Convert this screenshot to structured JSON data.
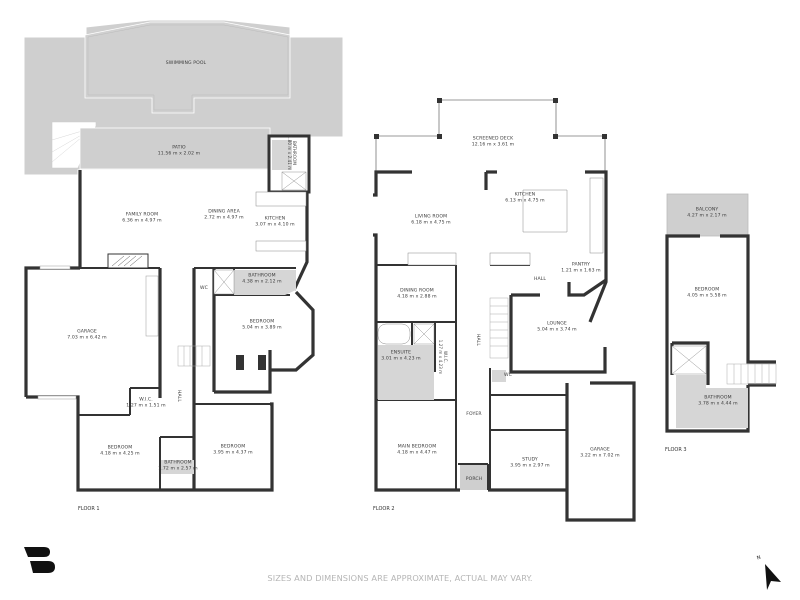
{
  "document": {
    "type": "floor-plan",
    "disclaimer": "SIZES AND DIMENSIONS ARE APPROXIMATE, ACTUAL MAY VARY.",
    "north_label": "N",
    "colors": {
      "wall": "#333333",
      "outdoor_fill": "#cfcfcf",
      "wet_area_fill": "#d6d6d6",
      "disclaimer_text": "#b5b5b5",
      "background": "#ffffff"
    }
  },
  "floors": [
    {
      "label": "FLOOR 1",
      "rooms": [
        {
          "name": "SWIMMING POOL",
          "dims": ""
        },
        {
          "name": "PATIO",
          "dims": "11.56 m x 2.02 m"
        },
        {
          "name": "BATHROOM",
          "dims": "1.80 m x 2.41 m"
        },
        {
          "name": "FAMILY ROOM",
          "dims": "6.36 m x 4.97 m"
        },
        {
          "name": "DINING AREA",
          "dims": "2.72 m x 4.97 m"
        },
        {
          "name": "KITCHEN",
          "dims": "3.07 m x 4.10 m"
        },
        {
          "name": "BATHROOM",
          "dims": "4.38 m x 2.12 m"
        },
        {
          "name": "WC",
          "dims": ""
        },
        {
          "name": "GARAGE",
          "dims": "7.03 m x 6.42 m"
        },
        {
          "name": "BEDROOM",
          "dims": "5.04 m x 3.89 m"
        },
        {
          "name": "HALL",
          "dims": ""
        },
        {
          "name": "W.I.C.",
          "dims": "1.27 m x 1.51 m"
        },
        {
          "name": "BEDROOM",
          "dims": "4.18 m x 4.25 m"
        },
        {
          "name": "BATHROOM",
          "dims": "1.72 m x 2.57 m"
        },
        {
          "name": "BEDROOM",
          "dims": "3.95 m x 4.37 m"
        }
      ]
    },
    {
      "label": "FLOOR 2",
      "rooms": [
        {
          "name": "SCREENED DECK",
          "dims": "12.16 m x 3.61 m"
        },
        {
          "name": "LIVING ROOM",
          "dims": "6.18 m x 4.75 m"
        },
        {
          "name": "KITCHEN",
          "dims": "6.13 m x 4.75 m"
        },
        {
          "name": "PANTRY",
          "dims": "1.21 m x 1.63 m"
        },
        {
          "name": "HALL",
          "dims": ""
        },
        {
          "name": "DINING ROOM",
          "dims": "4.18 m x 2.88 m"
        },
        {
          "name": "LOUNGE",
          "dims": "5.04 m x 3.74 m"
        },
        {
          "name": "HALL",
          "dims": ""
        },
        {
          "name": "ENSUITE",
          "dims": "3.01 m x 4.23 m"
        },
        {
          "name": "W.I.C.",
          "dims": "1.27 m x 4.23 m"
        },
        {
          "name": "WC",
          "dims": ""
        },
        {
          "name": "FOYER",
          "dims": ""
        },
        {
          "name": "MAIN BEDROOM",
          "dims": "4.18 m x 4.47 m"
        },
        {
          "name": "STUDY",
          "dims": "3.95 m x 2.97 m"
        },
        {
          "name": "GARAGE",
          "dims": "3.22 m x 7.02 m"
        },
        {
          "name": "PORCH",
          "dims": ""
        }
      ]
    },
    {
      "label": "FLOOR 3",
      "rooms": [
        {
          "name": "BALCONY",
          "dims": "4.27 m x 2.17 m"
        },
        {
          "name": "BEDROOM",
          "dims": "4.05 m x 5.58 m"
        },
        {
          "name": "BATHROOM",
          "dims": "3.78 m x 4.44 m"
        }
      ]
    }
  ]
}
